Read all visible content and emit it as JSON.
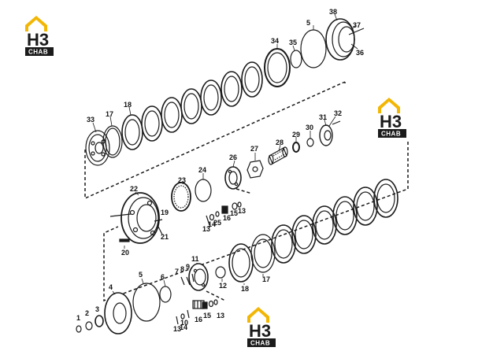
{
  "logos": [
    {
      "mark": "H3",
      "text": "CHAB"
    },
    {
      "mark": "H3",
      "text": "CHAB"
    },
    {
      "mark": "H3",
      "text": "CHAB"
    }
  ],
  "callouts": [
    {
      "id": "1",
      "text": "1"
    },
    {
      "id": "2",
      "text": "2"
    },
    {
      "id": "3",
      "text": "3"
    },
    {
      "id": "4",
      "text": "4"
    },
    {
      "id": "5a",
      "text": "5"
    },
    {
      "id": "5b",
      "text": "5"
    },
    {
      "id": "6",
      "text": "6"
    },
    {
      "id": "7",
      "text": "7"
    },
    {
      "id": "8",
      "text": "8"
    },
    {
      "id": "9",
      "text": "9"
    },
    {
      "id": "10a",
      "text": "10"
    },
    {
      "id": "10b",
      "text": "10"
    },
    {
      "id": "11",
      "text": "11"
    },
    {
      "id": "12",
      "text": "12"
    },
    {
      "id": "13a",
      "text": "13"
    },
    {
      "id": "13b",
      "text": "13"
    },
    {
      "id": "13c",
      "text": "13"
    },
    {
      "id": "13d",
      "text": "13"
    },
    {
      "id": "14a",
      "text": "14"
    },
    {
      "id": "14b",
      "text": "14"
    },
    {
      "id": "15a",
      "text": "15"
    },
    {
      "id": "15b",
      "text": "15"
    },
    {
      "id": "16a",
      "text": "16"
    },
    {
      "id": "16b",
      "text": "16"
    },
    {
      "id": "17a",
      "text": "17"
    },
    {
      "id": "17b",
      "text": "17"
    },
    {
      "id": "18a",
      "text": "18"
    },
    {
      "id": "18b",
      "text": "18"
    },
    {
      "id": "19",
      "text": "19"
    },
    {
      "id": "20",
      "text": "20"
    },
    {
      "id": "21",
      "text": "21"
    },
    {
      "id": "22",
      "text": "22"
    },
    {
      "id": "23",
      "text": "23"
    },
    {
      "id": "24",
      "text": "24"
    },
    {
      "id": "25",
      "text": "25"
    },
    {
      "id": "26",
      "text": "26"
    },
    {
      "id": "27",
      "text": "27"
    },
    {
      "id": "28",
      "text": "28"
    },
    {
      "id": "29",
      "text": "29"
    },
    {
      "id": "30",
      "text": "30"
    },
    {
      "id": "31",
      "text": "31"
    },
    {
      "id": "32",
      "text": "32"
    },
    {
      "id": "33",
      "text": "33"
    },
    {
      "id": "34",
      "text": "34"
    },
    {
      "id": "35",
      "text": "35"
    },
    {
      "id": "36",
      "text": "36"
    },
    {
      "id": "37",
      "text": "37"
    },
    {
      "id": "38",
      "text": "38"
    }
  ],
  "colors": {
    "accent": "#f2b705",
    "line": "#1a1a1a",
    "dark": "#1b1b1b"
  }
}
